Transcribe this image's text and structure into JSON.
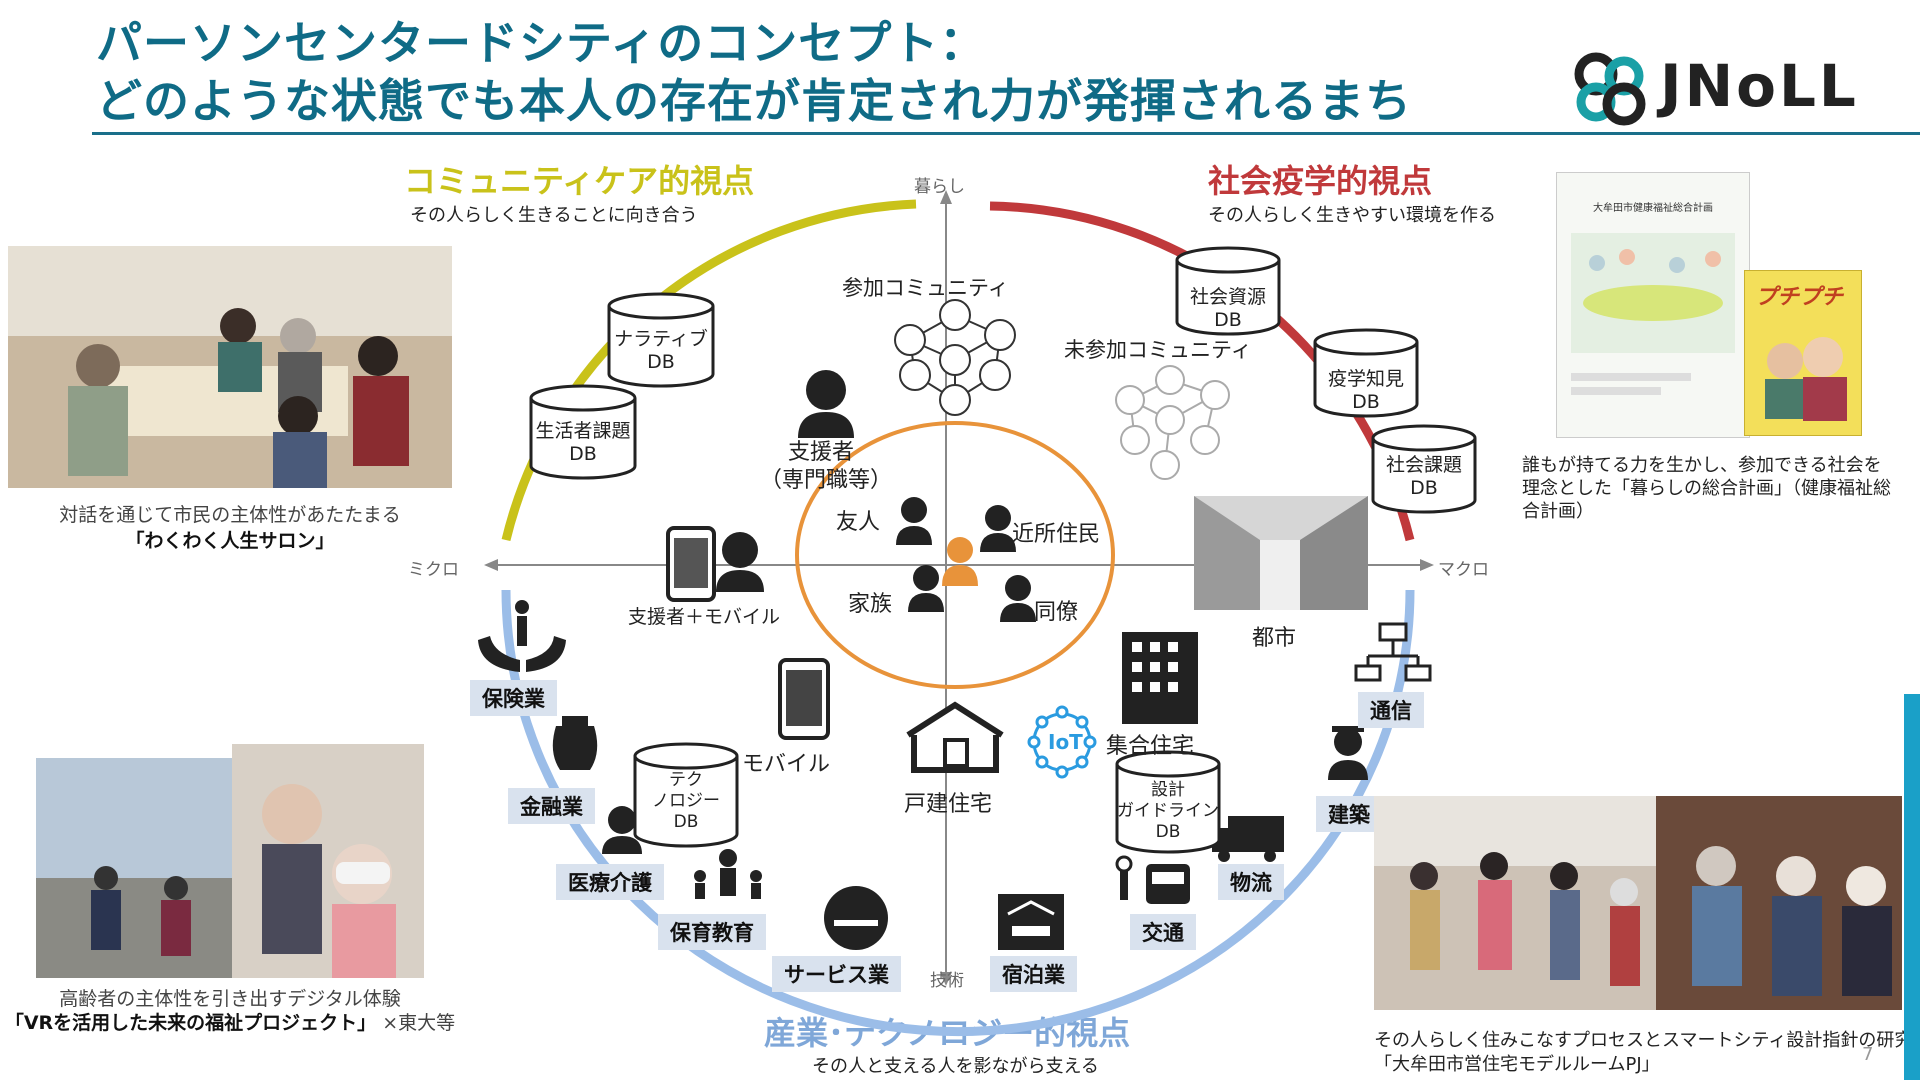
{
  "title": {
    "line1": "パーソンセンタードシティのコンセプト：",
    "line2": "どのような状態でも本人の存在が肯定され力が発揮されるまち"
  },
  "logo": {
    "text": "JNoLL",
    "icon": "chain-link-logo-icon"
  },
  "quadrants": {
    "community": {
      "heading": "コミュニティケア的視点",
      "sub": "その人らしく生きることに向き合う",
      "color": "#c9c21a"
    },
    "social": {
      "heading": "社会疫学的視点",
      "sub": "その人らしく生きやすい環境を作る",
      "color": "#c0393b"
    },
    "industry": {
      "heading": "産業･テクノロジー的視点",
      "sub": "その人と支える人を影ながら支える",
      "color": "#7fa7d8"
    }
  },
  "axes": {
    "top": "暮らし",
    "bottom": "技術",
    "left": "ミクロ",
    "right": "マクロ"
  },
  "databases": [
    {
      "line1": "ナラティブ",
      "line2": "DB"
    },
    {
      "line1": "生活者課題",
      "line2": "DB"
    },
    {
      "line1": "社会資源",
      "line2": "DB"
    },
    {
      "line1": "疫学知見",
      "line2": "DB"
    },
    {
      "line1": "社会課題",
      "line2": "DB"
    },
    {
      "line1": "テク",
      "line2": "ノロジー",
      "line3": "DB"
    },
    {
      "line1": "設計",
      "line2": "ガイドライン",
      "line3": "DB"
    }
  ],
  "center": {
    "participating": "参加コミュニティ",
    "non_participating": "未参加コミュニティ",
    "supporter": "支援者",
    "supporter_sub": "（専門職等）",
    "friend": "友人",
    "neighbor": "近所住民",
    "family": "家族",
    "colleague": "同僚",
    "supporter_mobile": "支援者＋モバイル",
    "city": "都市",
    "mobile": "モバイル",
    "house": "戸建住宅",
    "apartment": "集合住宅",
    "iot": "IoT"
  },
  "industries": [
    "保険業",
    "金融業",
    "医療介護",
    "保育教育",
    "サービス業",
    "宿泊業",
    "交通",
    "物流",
    "建築",
    "通信"
  ],
  "left_top": {
    "caption1": "対話を通じて市民の主体性があたたまる",
    "caption2": "「わくわく人生サロン」"
  },
  "left_bottom": {
    "caption1": "高齢者の主体性を引き出すデジタル体験",
    "caption2": "「VRを活用した未来の福祉プロジェクト」",
    "caption2_suffix": "×東大等"
  },
  "right_top": {
    "text": "誰もが持てる力を生かし、参加できる社会を理念とした「暮らしの総合計画」（健康福祉総合計画）",
    "booklet_title": "大牟田市健康福祉総合計画",
    "booklet2_title": "プチプチ"
  },
  "right_bottom": {
    "caption1": "その人らしく住みこなすプロセスとスマートシティ設計指針の研究開発",
    "caption2": "「大牟田市営住宅モデルルームPJ」"
  },
  "page_number": "7",
  "colors": {
    "title": "#0f6b86",
    "accent_orange": "#e8933a",
    "tag_bg": "#d9e2ee"
  }
}
